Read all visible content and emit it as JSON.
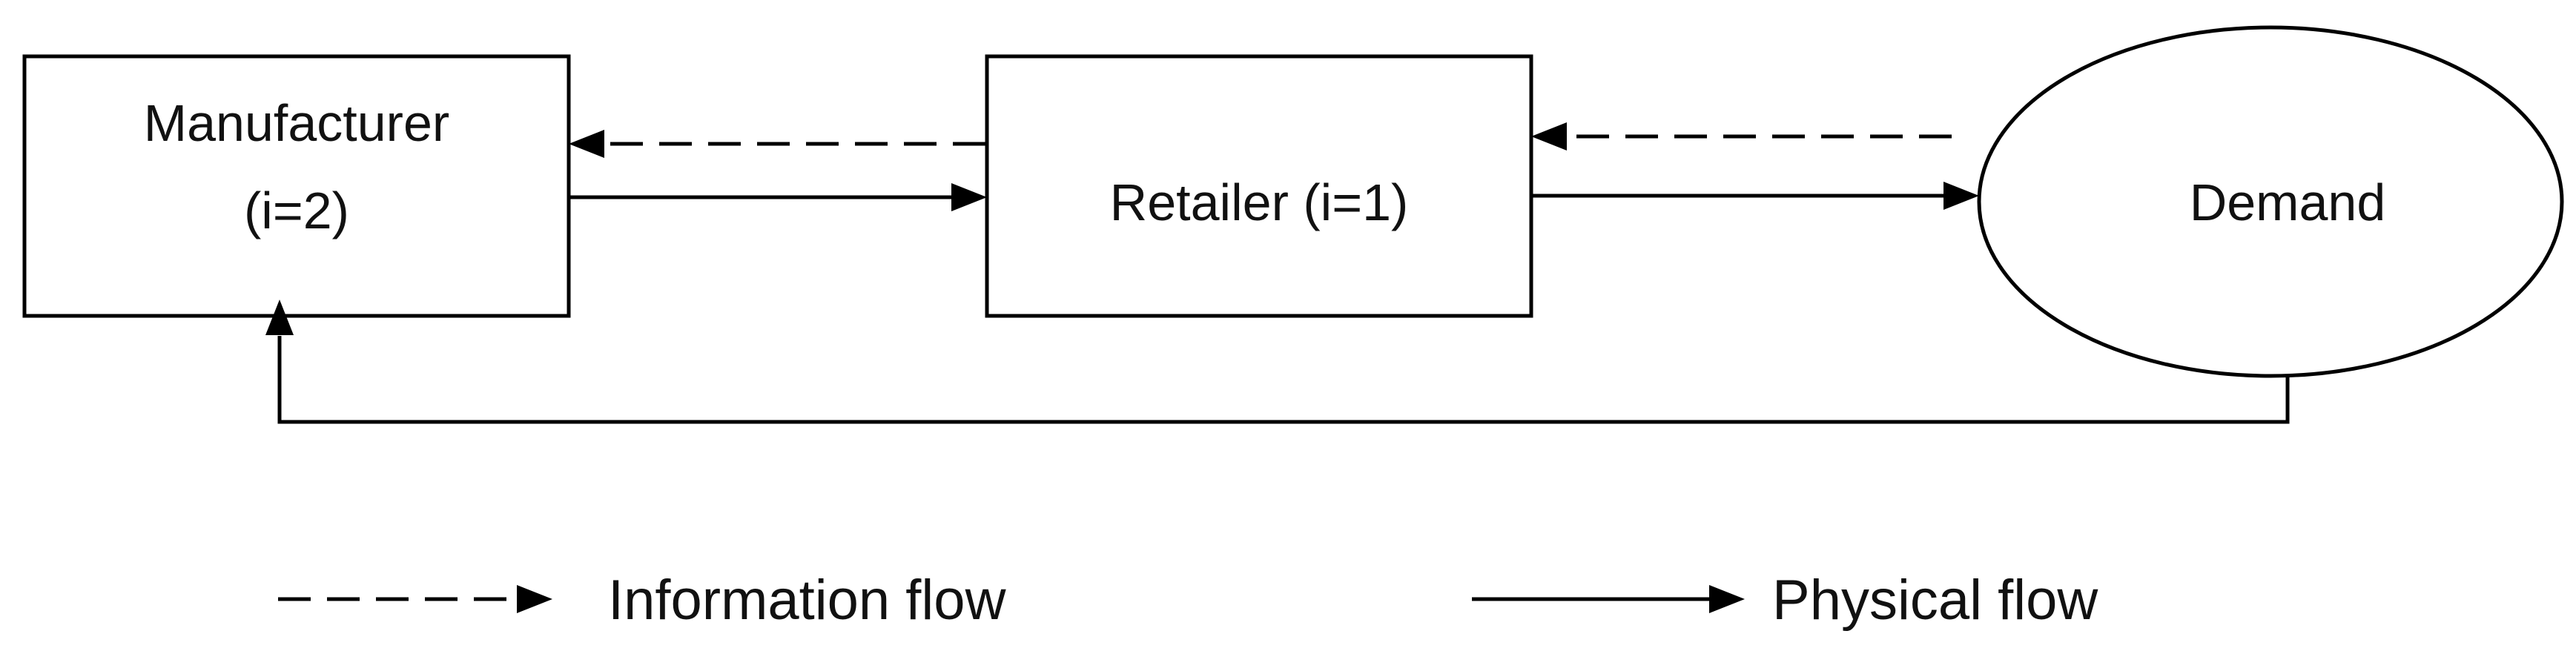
{
  "nodes": {
    "manufacturer": {
      "line1": "Manufacturer",
      "line2": "(i=2)"
    },
    "retailer": {
      "label": "Retailer (i=1)"
    },
    "demand": {
      "label": "Demand"
    }
  },
  "legend": {
    "information_flow": "Information flow",
    "physical_flow": "Physical flow"
  },
  "colors": {
    "stroke": "#000000",
    "text": "#111111",
    "background": "#ffffff"
  }
}
